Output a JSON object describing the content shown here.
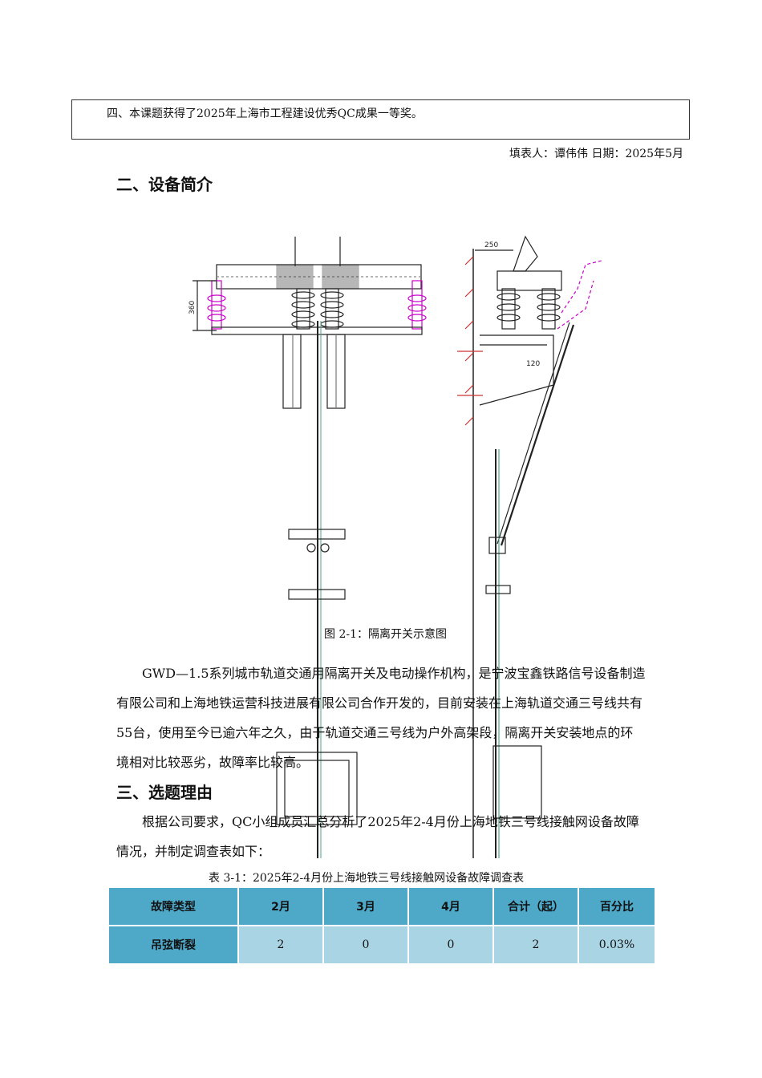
{
  "award": {
    "text": "四、本课题获得了2025年上海市工程建设优秀QC成果一等奖。"
  },
  "filler": {
    "text": "填表人：谭伟伟 日期：2025年5月"
  },
  "section2": {
    "heading": "二、设备简介"
  },
  "figure": {
    "caption": "图 2-1：隔离开关示意图",
    "dim_top": "250",
    "dim_mid": "120",
    "dim_left": "360"
  },
  "paragraph1": {
    "text": "GWD—1.5系列城市轨道交通用隔离开关及电动操作机构，是宁波宝鑫铁路信号设备制造有限公司和上海地铁运营科技进展有限公司合作开发的，目前安装在上海轨道交通三号线共有55台，使用至今已逾六年之久，由于轨道交通三号线为户外高架段，隔离开关安装地点的环境相对比较恶劣，故障率比较高。"
  },
  "section3": {
    "heading": "三、选题理由"
  },
  "paragraph2": {
    "text": "根据公司要求，QC小组成员汇总分析了2025年2-4月份上海地铁三号线接触网设备故障情况，并制定调查表如下："
  },
  "table": {
    "caption": "表 3-1：2025年2-4月份上海地铁三号线接触网设备故障调查表",
    "headers": [
      "故障类型",
      "2月",
      "3月",
      "4月",
      "合计（起）",
      "百分比"
    ],
    "rows": [
      [
        "吊弦断裂",
        "2",
        "0",
        "0",
        "2",
        "0.03%"
      ]
    ]
  }
}
